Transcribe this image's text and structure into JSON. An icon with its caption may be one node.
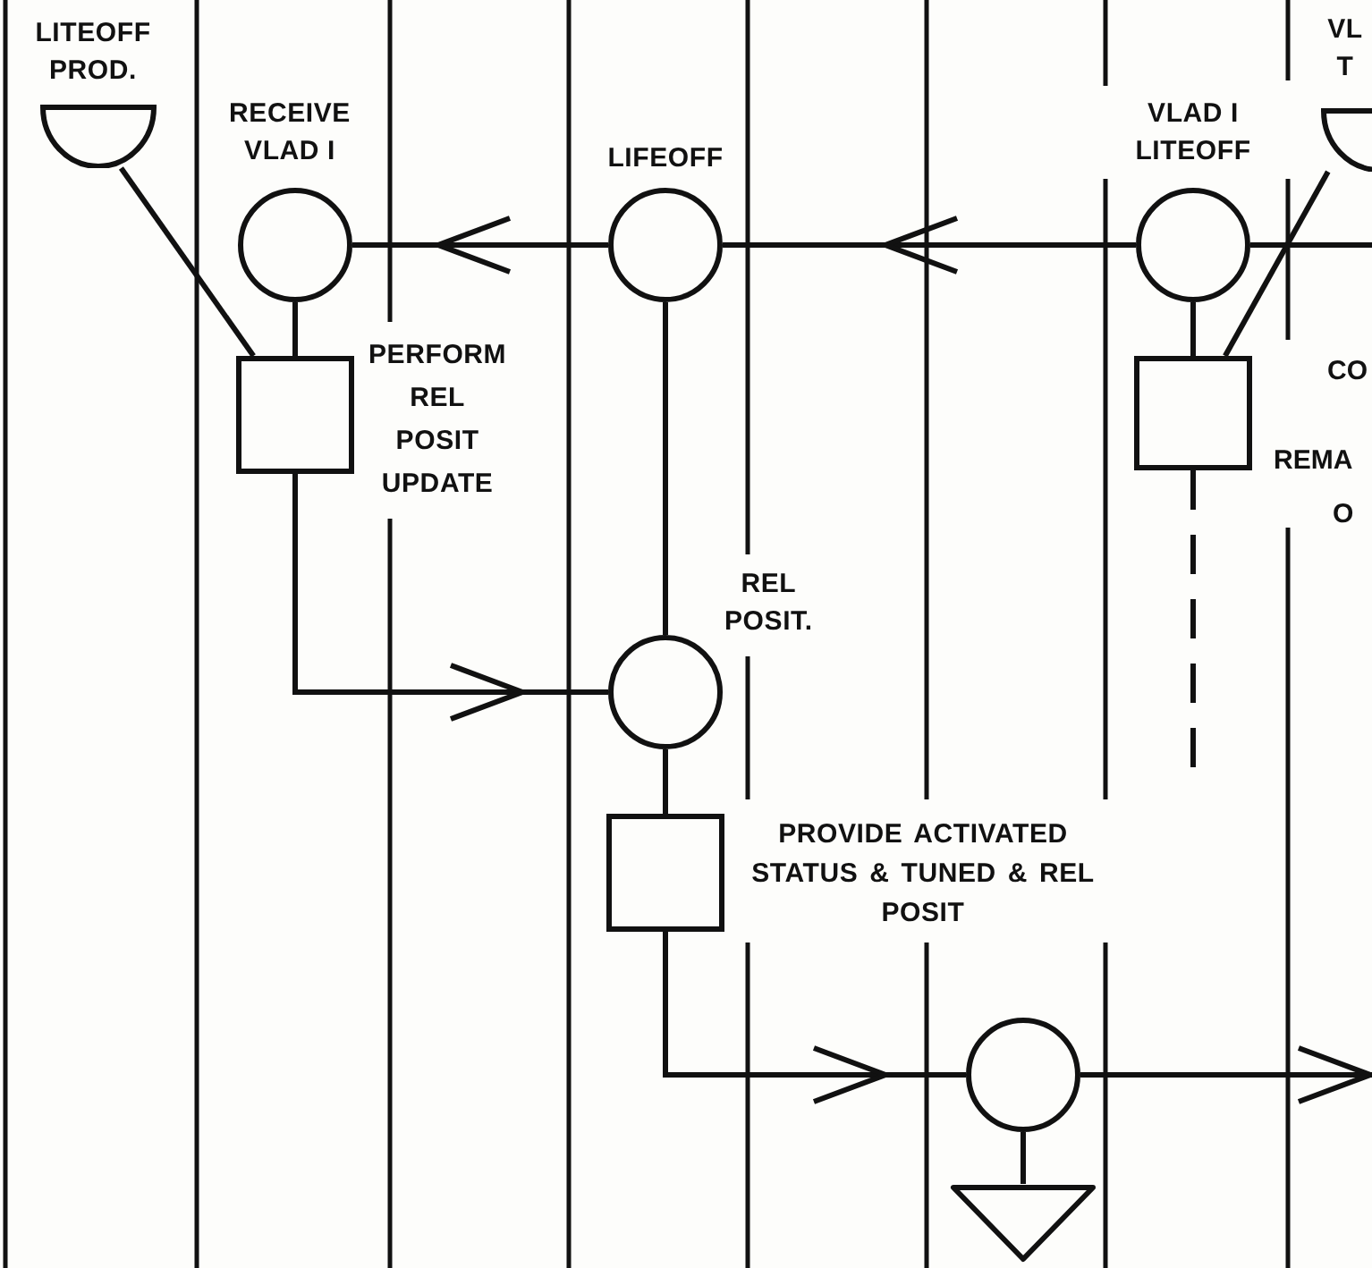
{
  "diagram": {
    "nodes": [
      {
        "text": [
          "LITEOFF PROD."
        ]
      },
      {
        "text": [
          "RECEIVE VLAD I"
        ]
      },
      {
        "text": [
          "PERFORM REL POSIT UPDATE"
        ]
      },
      {
        "text": [
          "LIFEOFF"
        ]
      },
      {
        "text": [
          "VLAD I LITEOFF"
        ]
      },
      {
        "text": [],
        "shape": "box"
      },
      {
        "text": [
          "VL T"
        ]
      },
      {
        "text": [
          "REL POSIT."
        ]
      },
      {
        "text": [
          "PROVIDE ACTIVATED STATUS & TUNED & REL POSIT"
        ]
      },
      {
        "text": [],
        "shape": "circle"
      },
      {
        "text": [],
        "shape": "triangle"
      }
    ],
    "edges": [
      {
        "from": 3,
        "to": 1,
        "arrow": "to"
      },
      {
        "from": 4,
        "to": 3,
        "arrow": "to"
      },
      {
        "from": null,
        "to": 4,
        "arrow": "none"
      },
      {
        "from": 1,
        "to": 2,
        "arrow": "none"
      },
      {
        "from": 0,
        "to": 2,
        "arrow": "none"
      },
      {
        "from": 2,
        "to": 7,
        "arrow": "to"
      },
      {
        "from": 3,
        "to": 7,
        "arrow": "none"
      },
      {
        "from": 7,
        "to": 8,
        "arrow": "none"
      },
      {
        "from": 8,
        "to": 9,
        "arrow": "to"
      },
      {
        "from": 9,
        "to": null,
        "arrow": "to"
      },
      {
        "from": 9,
        "to": 10,
        "arrow": "none"
      },
      {
        "from": 4,
        "to": 5,
        "arrow": "none"
      },
      {
        "from": 6,
        "to": 5,
        "arrow": "none"
      },
      {
        "from": 5,
        "to": null,
        "arrow": "none",
        "style": "dashed"
      }
    ],
    "labels": [
      "CO",
      "REMA",
      "O"
    ]
  }
}
